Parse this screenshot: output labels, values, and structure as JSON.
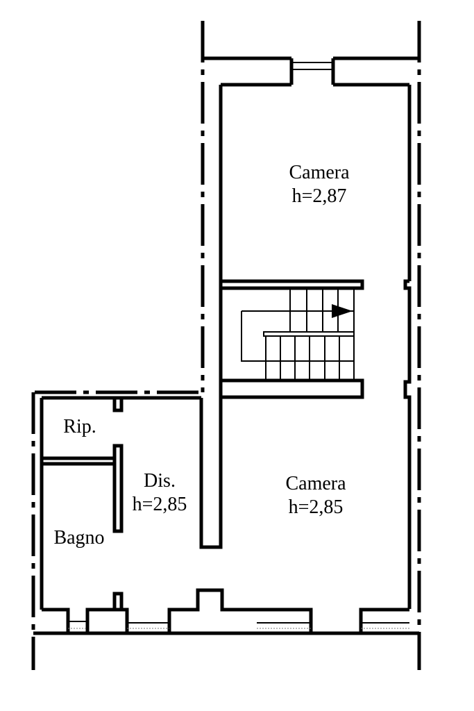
{
  "rooms": [
    {
      "name": "Camera",
      "height": "h=2,87"
    },
    {
      "name": "Camera",
      "height": "h=2,85"
    },
    {
      "name": "Dis.",
      "height": "h=2,85"
    },
    {
      "name": "Rip."
    },
    {
      "name": "Bagno"
    }
  ],
  "colors": {
    "wall": "#000000",
    "background": "#ffffff"
  }
}
